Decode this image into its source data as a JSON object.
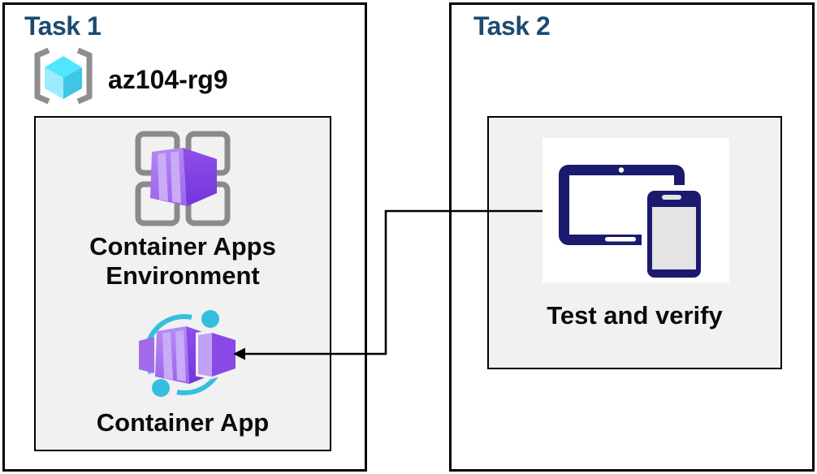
{
  "task1": {
    "title": "Task 1",
    "resource_group_name": "az104-rg9",
    "environment_label": "Container Apps Environment",
    "container_app_label": "Container App"
  },
  "task2": {
    "title": "Task 2",
    "test_label": "Test and verify"
  },
  "connector": {
    "from": "test-and-verify-panel",
    "to": "container-app-icon",
    "style": "elbow-arrow-left"
  },
  "icons": {
    "resource_group": "resource-group-brackets-cube-icon",
    "environment": "container-apps-environment-icon",
    "container_app": "container-app-icon",
    "test": "devices-tablet-phone-icon"
  },
  "colors": {
    "task_title": "#1B4A73",
    "box_border": "#000000",
    "panel_fill": "#F1F1F1",
    "bracket_gray": "#8E8E8E",
    "grid_gray": "#8A8A8A",
    "cube_cyan_top": "#50E6FF",
    "cube_cyan_light": "#9CEBFF",
    "cube_cyan_dark": "#3FC6E5",
    "accent_cyan": "#35BEDF",
    "purple_light": "#AC7BF2",
    "purple_stripe": "#C9ABF7",
    "purple_dark": "#7C3EE0",
    "devices_navy": "#1A1A6E"
  }
}
